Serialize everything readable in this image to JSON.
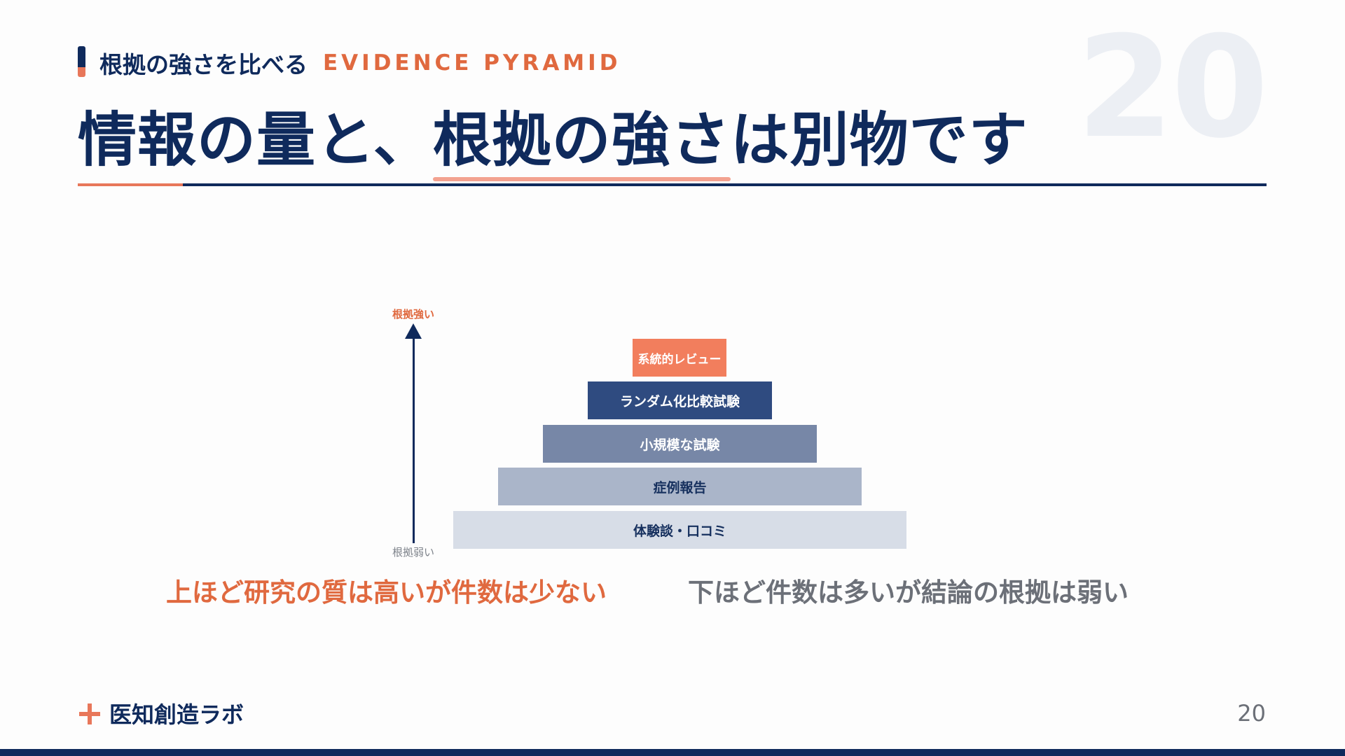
{
  "slide": {
    "eyebrow_jp": "根拠の強さを比べる",
    "eyebrow_en": "EVIDENCE PYRAMID",
    "big_number": "20",
    "title_part1": "情報の量と、",
    "title_highlight": "根拠の強さ",
    "title_part2": "は別物です"
  },
  "diagram": {
    "axis_top_label": "根拠強い",
    "axis_bottom_label": "根拠弱い",
    "tiers": [
      {
        "label": "系統的レビュー",
        "color": "#f27e5d"
      },
      {
        "label": "ランダム化比較試験",
        "color": "#2f4b80"
      },
      {
        "label": "小規模な試験",
        "color": "#7787a7"
      },
      {
        "label": "症例報告",
        "color": "#aab5c9"
      },
      {
        "label": "体験談・口コミ",
        "color": "#d7dde7"
      }
    ]
  },
  "captions": {
    "left": "上ほど研究の質は高いが件数は少ない",
    "right": "下ほど件数は多いが結論の根拠は弱い"
  },
  "footer": {
    "brand": "医知創造ラボ",
    "page_number": "20"
  },
  "colors": {
    "navy": "#0f2a5c",
    "accent": "#e8775a",
    "highlight_underline": "#f3a290",
    "muted_text": "#6c7078"
  }
}
